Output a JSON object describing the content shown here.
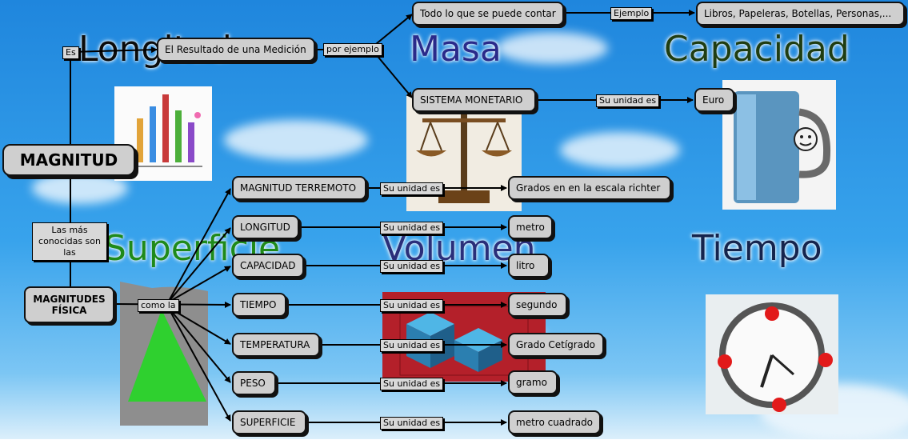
{
  "background_words": {
    "longitud": "Longitud",
    "masa": "Masa",
    "capacidad": "Capacidad",
    "superficie": "Superficie",
    "volumen": "Volumen",
    "tiempo": "Tiempo"
  },
  "nodes": {
    "magnitud": "MAGNITUD",
    "resultado": "El Resultado de una Medición",
    "contar": "Todo lo que se puede contar",
    "ejemplos": "Libros, Papeleras, Botellas, Personas,...",
    "monetario": "SISTEMA MONETARIO",
    "euro": "Euro",
    "fisica": "MAGNITUDES FÍSICA",
    "terremoto": "MAGNITUD TERREMOTO",
    "richter": "Grados en en la escala richter",
    "longitud": "LONGITUD",
    "metro": "metro",
    "capacidad": "CAPACIDAD",
    "litro": "litro",
    "tiempo": "TIEMPO",
    "segundo": "segundo",
    "temperatura": "TEMPERATURA",
    "celsius": "Grado Cetígrado",
    "peso": "PESO",
    "gramo": "gramo",
    "superficie": "SUPERFICIE",
    "m2": "metro cuadrado"
  },
  "links": {
    "es": "Es",
    "por_ejemplo": "por ejemplo",
    "ejemplo": "Ejemplo",
    "su_unidad": "Su unidad es",
    "conocidas": "Las más conocidas son las",
    "como_la": "como la"
  },
  "colors": {
    "node_fill": "#cfcfcf",
    "node_border": "#111111",
    "sky": "#2f97e6"
  }
}
